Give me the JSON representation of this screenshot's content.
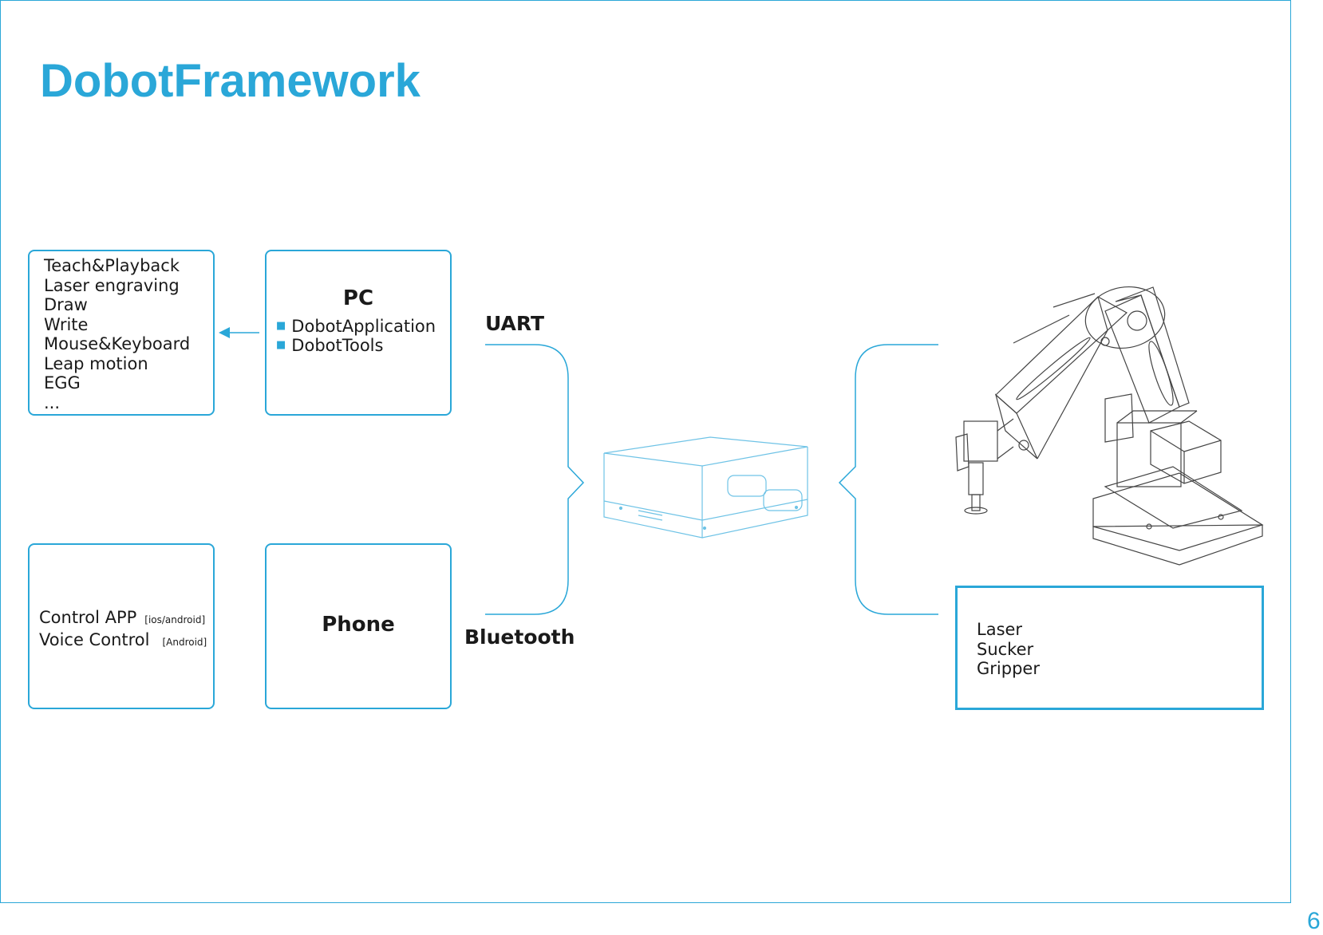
{
  "title": "DobotFramework",
  "page_number": "6",
  "apps_box": {
    "items": [
      "Teach&Playback",
      "Laser engraving",
      "Draw",
      "Write",
      "Mouse&Keyboard",
      "Leap motion",
      "EGG",
      "..."
    ]
  },
  "pc_box": {
    "heading": "PC",
    "items": [
      "DobotApplication",
      "DobotTools"
    ]
  },
  "mobile_apps_box": {
    "items": [
      {
        "label": "Control APP",
        "platform": "[ios/android]"
      },
      {
        "label": "Voice Control",
        "platform": "[Android]"
      }
    ]
  },
  "phone_box": {
    "heading": "Phone"
  },
  "connections": {
    "uart": "UART",
    "bluetooth": "Bluetooth"
  },
  "end_effectors_box": {
    "items": [
      "Laser",
      "Sucker",
      "Gripper"
    ]
  },
  "colors": {
    "accent": "#2aa7d8",
    "text": "#1a1a1a",
    "device_line": "#6fc3e6",
    "arm_line": "#444444"
  },
  "icons": [
    "arrow-left-icon",
    "controller-box-illustration",
    "robot-arm-illustration"
  ]
}
